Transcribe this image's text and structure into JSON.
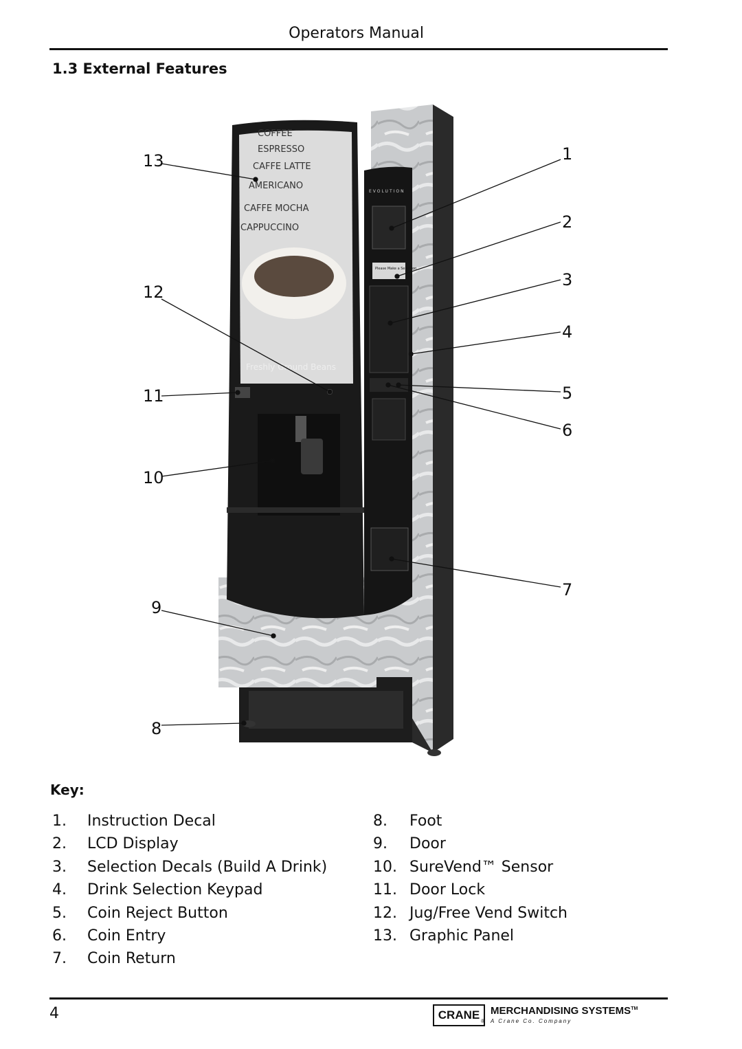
{
  "header": {
    "title": "Operators Manual"
  },
  "section": {
    "title": "1.3 External Features"
  },
  "figure": {
    "callouts": [
      "1",
      "2",
      "3",
      "4",
      "5",
      "6",
      "7",
      "8",
      "9",
      "10",
      "11",
      "12",
      "13"
    ],
    "machine": {
      "brand_text": "EVOLUTION",
      "menu_items": [
        "COFFEE",
        "ESPRESSO",
        "CAFFE LATTE",
        "AMERICANO",
        "CAFFE MOCHA",
        "CAPPUCCINO"
      ],
      "tagline": "Freshly Ground Beans",
      "lcd_text": "Please Make a Selection"
    }
  },
  "key": {
    "heading": "Key:",
    "left": [
      {
        "num": "1.",
        "label": "Instruction Decal"
      },
      {
        "num": "2.",
        "label": "LCD Display"
      },
      {
        "num": "3.",
        "label": "Selection Decals (Build A Drink)"
      },
      {
        "num": "4.",
        "label": "Drink Selection Keypad"
      },
      {
        "num": "5.",
        "label": "Coin Reject Button"
      },
      {
        "num": "6.",
        "label": "Coin Entry"
      },
      {
        "num": "7.",
        "label": "Coin Return"
      }
    ],
    "right": [
      {
        "num": "8.",
        "label": "Foot"
      },
      {
        "num": "9.",
        "label": "Door"
      },
      {
        "num": "10.",
        "label": "SureVend™ Sensor"
      },
      {
        "num": "11.",
        "label": "Door Lock"
      },
      {
        "num": "12.",
        "label": "Jug/Free Vend Switch"
      },
      {
        "num": "13.",
        "label": "Graphic Panel"
      }
    ]
  },
  "footer": {
    "page_number": "4",
    "logo_box": "CRANE",
    "logo_reg": "®",
    "logo_name": "MERCHANDISING SYSTEMS",
    "logo_tm": "TM",
    "logo_tagline": "A Crane Co. Company"
  }
}
